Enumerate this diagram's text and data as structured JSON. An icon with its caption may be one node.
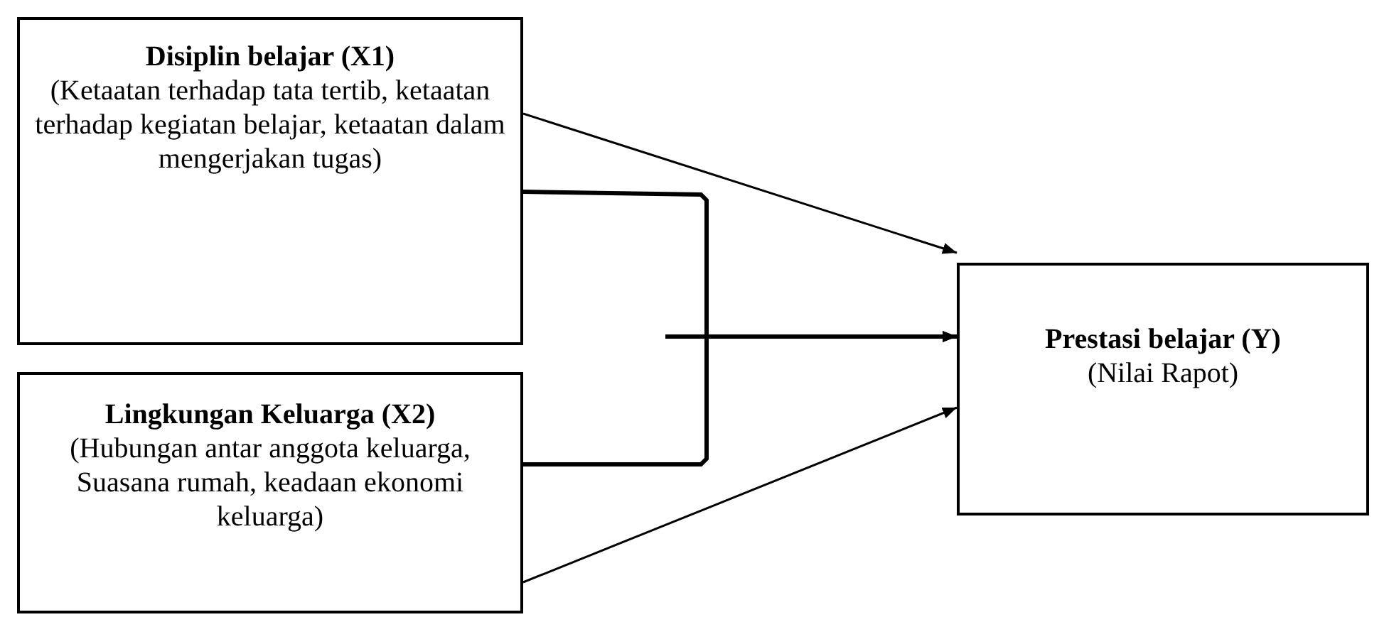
{
  "diagram": {
    "nodes": [
      {
        "text": [
          "Disiplin belajar (X1)",
          "(Ketaatan terhadap tata tertib, ketaatan terhadap kegiatan belajar, ketaatan dalam mengerjakan tugas)"
        ]
      },
      {
        "text": [
          "Lingkungan Keluarga (X2)",
          "(Hubungan antar anggota keluarga, Suasana rumah, keadaan ekonomi keluarga)"
        ]
      },
      {
        "text": [
          "Prestasi belajar (Y)",
          "(Nilai Rapot)"
        ]
      }
    ],
    "edges": [
      {
        "from": 0,
        "to": 2,
        "arrow": "to"
      },
      {
        "from": 1,
        "to": 2,
        "arrow": "to"
      },
      {
        "from": 0,
        "to": 2,
        "arrow": "to",
        "style": "thick"
      },
      {
        "from": 1,
        "to": 2,
        "arrow": "to",
        "style": "thick"
      }
    ]
  }
}
